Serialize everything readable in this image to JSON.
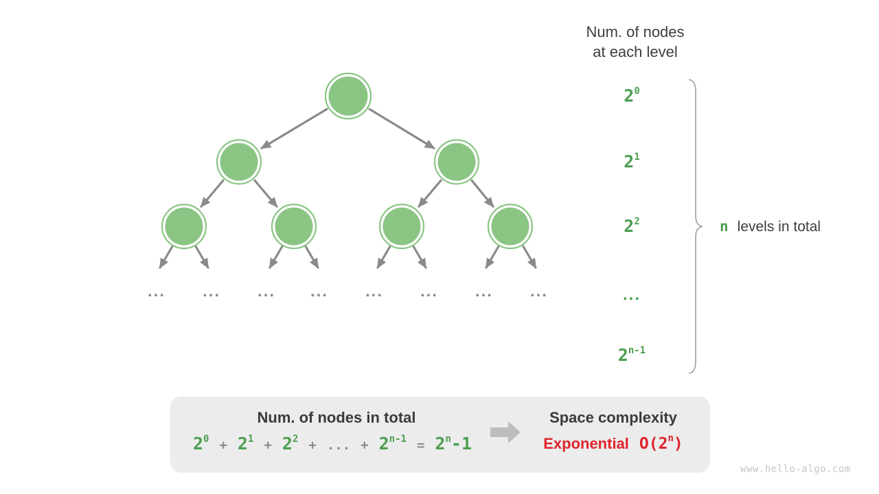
{
  "colors": {
    "node_green": "#8ac584",
    "green_text": "#4c9e50",
    "edge_gray": "#8a8a8a",
    "text_dark": "#3e3e3e",
    "red": "#e0242b",
    "box_bg": "#ececec",
    "brace_gray": "#9e9e9e",
    "block_arrow_gray": "#bdbdbd",
    "watermark_gray": "#c6c6c6"
  },
  "header": {
    "line1": "Num. of nodes",
    "line2": "at each level"
  },
  "level_labels": [
    {
      "base": "2",
      "sup": "0"
    },
    {
      "base": "2",
      "sup": "1"
    },
    {
      "base": "2",
      "sup": "2"
    },
    {
      "dots": "..."
    },
    {
      "base": "2",
      "sup": "n-1"
    }
  ],
  "brace_label": {
    "n": "n",
    "text": "levels in total"
  },
  "tree": {
    "dots": [
      "...",
      "...",
      "...",
      "...",
      "...",
      "...",
      "...",
      "..."
    ]
  },
  "summary": {
    "left_title": "Num. of nodes in total",
    "formula": {
      "t0": {
        "base": "2",
        "sup": "0"
      },
      "t1": {
        "op": "+"
      },
      "t2": {
        "base": "2",
        "sup": "1"
      },
      "t3": {
        "op": "+"
      },
      "t4": {
        "base": "2",
        "sup": "2"
      },
      "t5": {
        "op": "+"
      },
      "t6": {
        "op": "..."
      },
      "t7": {
        "op": "+"
      },
      "t8": {
        "base": "2",
        "sup": "n-1"
      },
      "t9": {
        "op": "="
      },
      "t10": {
        "base": "2",
        "sup": "n",
        "tail": "-1"
      }
    },
    "right_title": "Space complexity",
    "complexity": {
      "word": "Exponential",
      "open": "O(",
      "base": "2",
      "sup": "n",
      "close": ")"
    }
  },
  "watermark": "www.hello-algo.com"
}
